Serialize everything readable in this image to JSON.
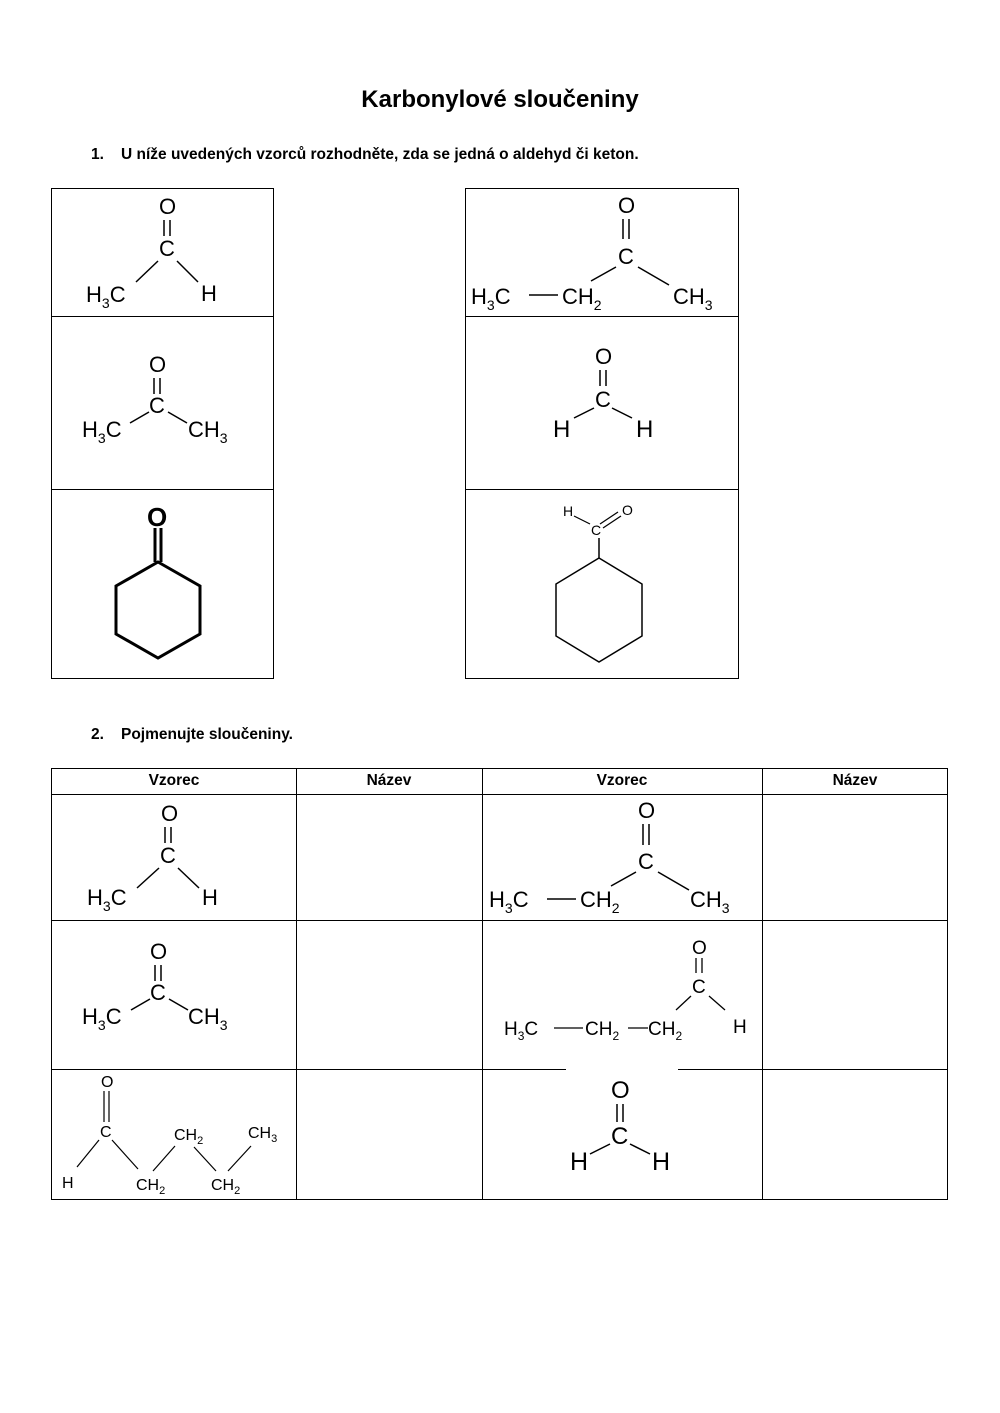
{
  "title": "Karbonylové sloučeniny",
  "task1": {
    "number": "1.",
    "text": "U níže uvedených vzorců rozhodněte, zda se jedná o aldehyd či keton."
  },
  "task2": {
    "number": "2.",
    "text": "Pojmenujte sloučeniny."
  },
  "table": {
    "headers": [
      "Vzorec",
      "Název",
      "Vzorec",
      "Název"
    ]
  },
  "atoms": {
    "O": "O",
    "C": "C",
    "H": "H",
    "H3C": [
      "H",
      "3",
      "C"
    ],
    "CH3": [
      "CH",
      "3"
    ],
    "CH2": [
      "CH",
      "2"
    ]
  }
}
